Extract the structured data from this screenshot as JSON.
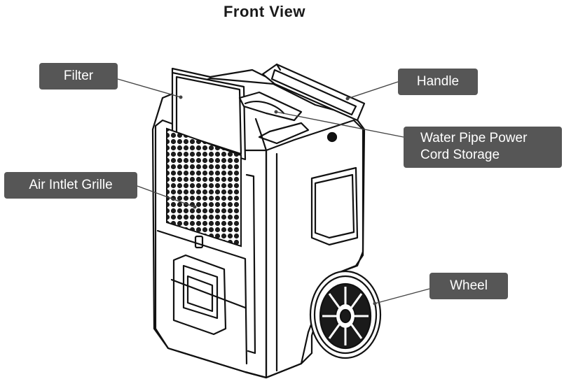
{
  "title": "Front View",
  "labels": {
    "filter": "Filter",
    "handle": "Handle",
    "water_pipe_line1": "Water Pipe Power",
    "water_pipe_line2": "Cord Storage",
    "air_inlet": "Air Intlet Grille",
    "wheel": "Wheel"
  },
  "colors": {
    "callout_bg": "#565656",
    "callout_text": "#ffffff",
    "outline": "#111111",
    "grille": "#222222",
    "leader": "#444444"
  }
}
